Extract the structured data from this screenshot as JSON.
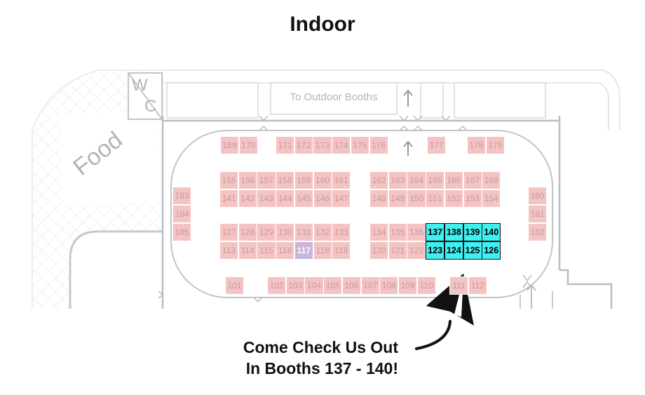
{
  "title": "Indoor",
  "labels": {
    "outdoor": "To Outdoor Booths",
    "food": "Food",
    "wc_w": "W",
    "wc_c": "C"
  },
  "callout": {
    "line1": "Come Check Us Out",
    "line2": "In Booths 137 - 140!"
  },
  "colors": {
    "booth": "#f4c4c4",
    "highlight": "#3ef0f0",
    "special": "#c8b4dc"
  },
  "booth_groups": {
    "top_left": [
      "169",
      "170"
    ],
    "top_mid": [
      "171",
      "172",
      "173",
      "174",
      "175",
      "176"
    ],
    "top_177": [
      "177"
    ],
    "top_right": [
      "178",
      "179"
    ],
    "left_col": [
      "183",
      "184",
      "185"
    ],
    "right_col": [
      "180",
      "181",
      "182"
    ],
    "b1_r1": [
      "155",
      "156",
      "157",
      "158",
      "159",
      "160",
      "161"
    ],
    "b1_r2": [
      "141",
      "142",
      "143",
      "144",
      "145",
      "146",
      "147"
    ],
    "b2_r1": [
      "162",
      "163",
      "164",
      "165",
      "166",
      "167",
      "168"
    ],
    "b2_r2": [
      "148",
      "149",
      "150",
      "151",
      "152",
      "153",
      "154"
    ],
    "b3_r1": [
      "127",
      "128",
      "129",
      "130",
      "131",
      "132",
      "133"
    ],
    "b3_r2": [
      "113",
      "114",
      "115",
      "116",
      "117",
      "118",
      "119"
    ],
    "b4_r1": [
      "134",
      "135",
      "136",
      "137",
      "138",
      "139",
      "140"
    ],
    "b4_r2": [
      "120",
      "121",
      "122",
      "123",
      "124",
      "125",
      "126"
    ],
    "bot_101": [
      "101"
    ],
    "bot_row": [
      "102",
      "103",
      "104",
      "105",
      "106",
      "107",
      "108",
      "109",
      "110"
    ],
    "bot_right": [
      "111",
      "112"
    ]
  },
  "highlighted": [
    "137",
    "138",
    "139",
    "140",
    "123",
    "124",
    "125",
    "126"
  ],
  "special": [
    "117"
  ]
}
